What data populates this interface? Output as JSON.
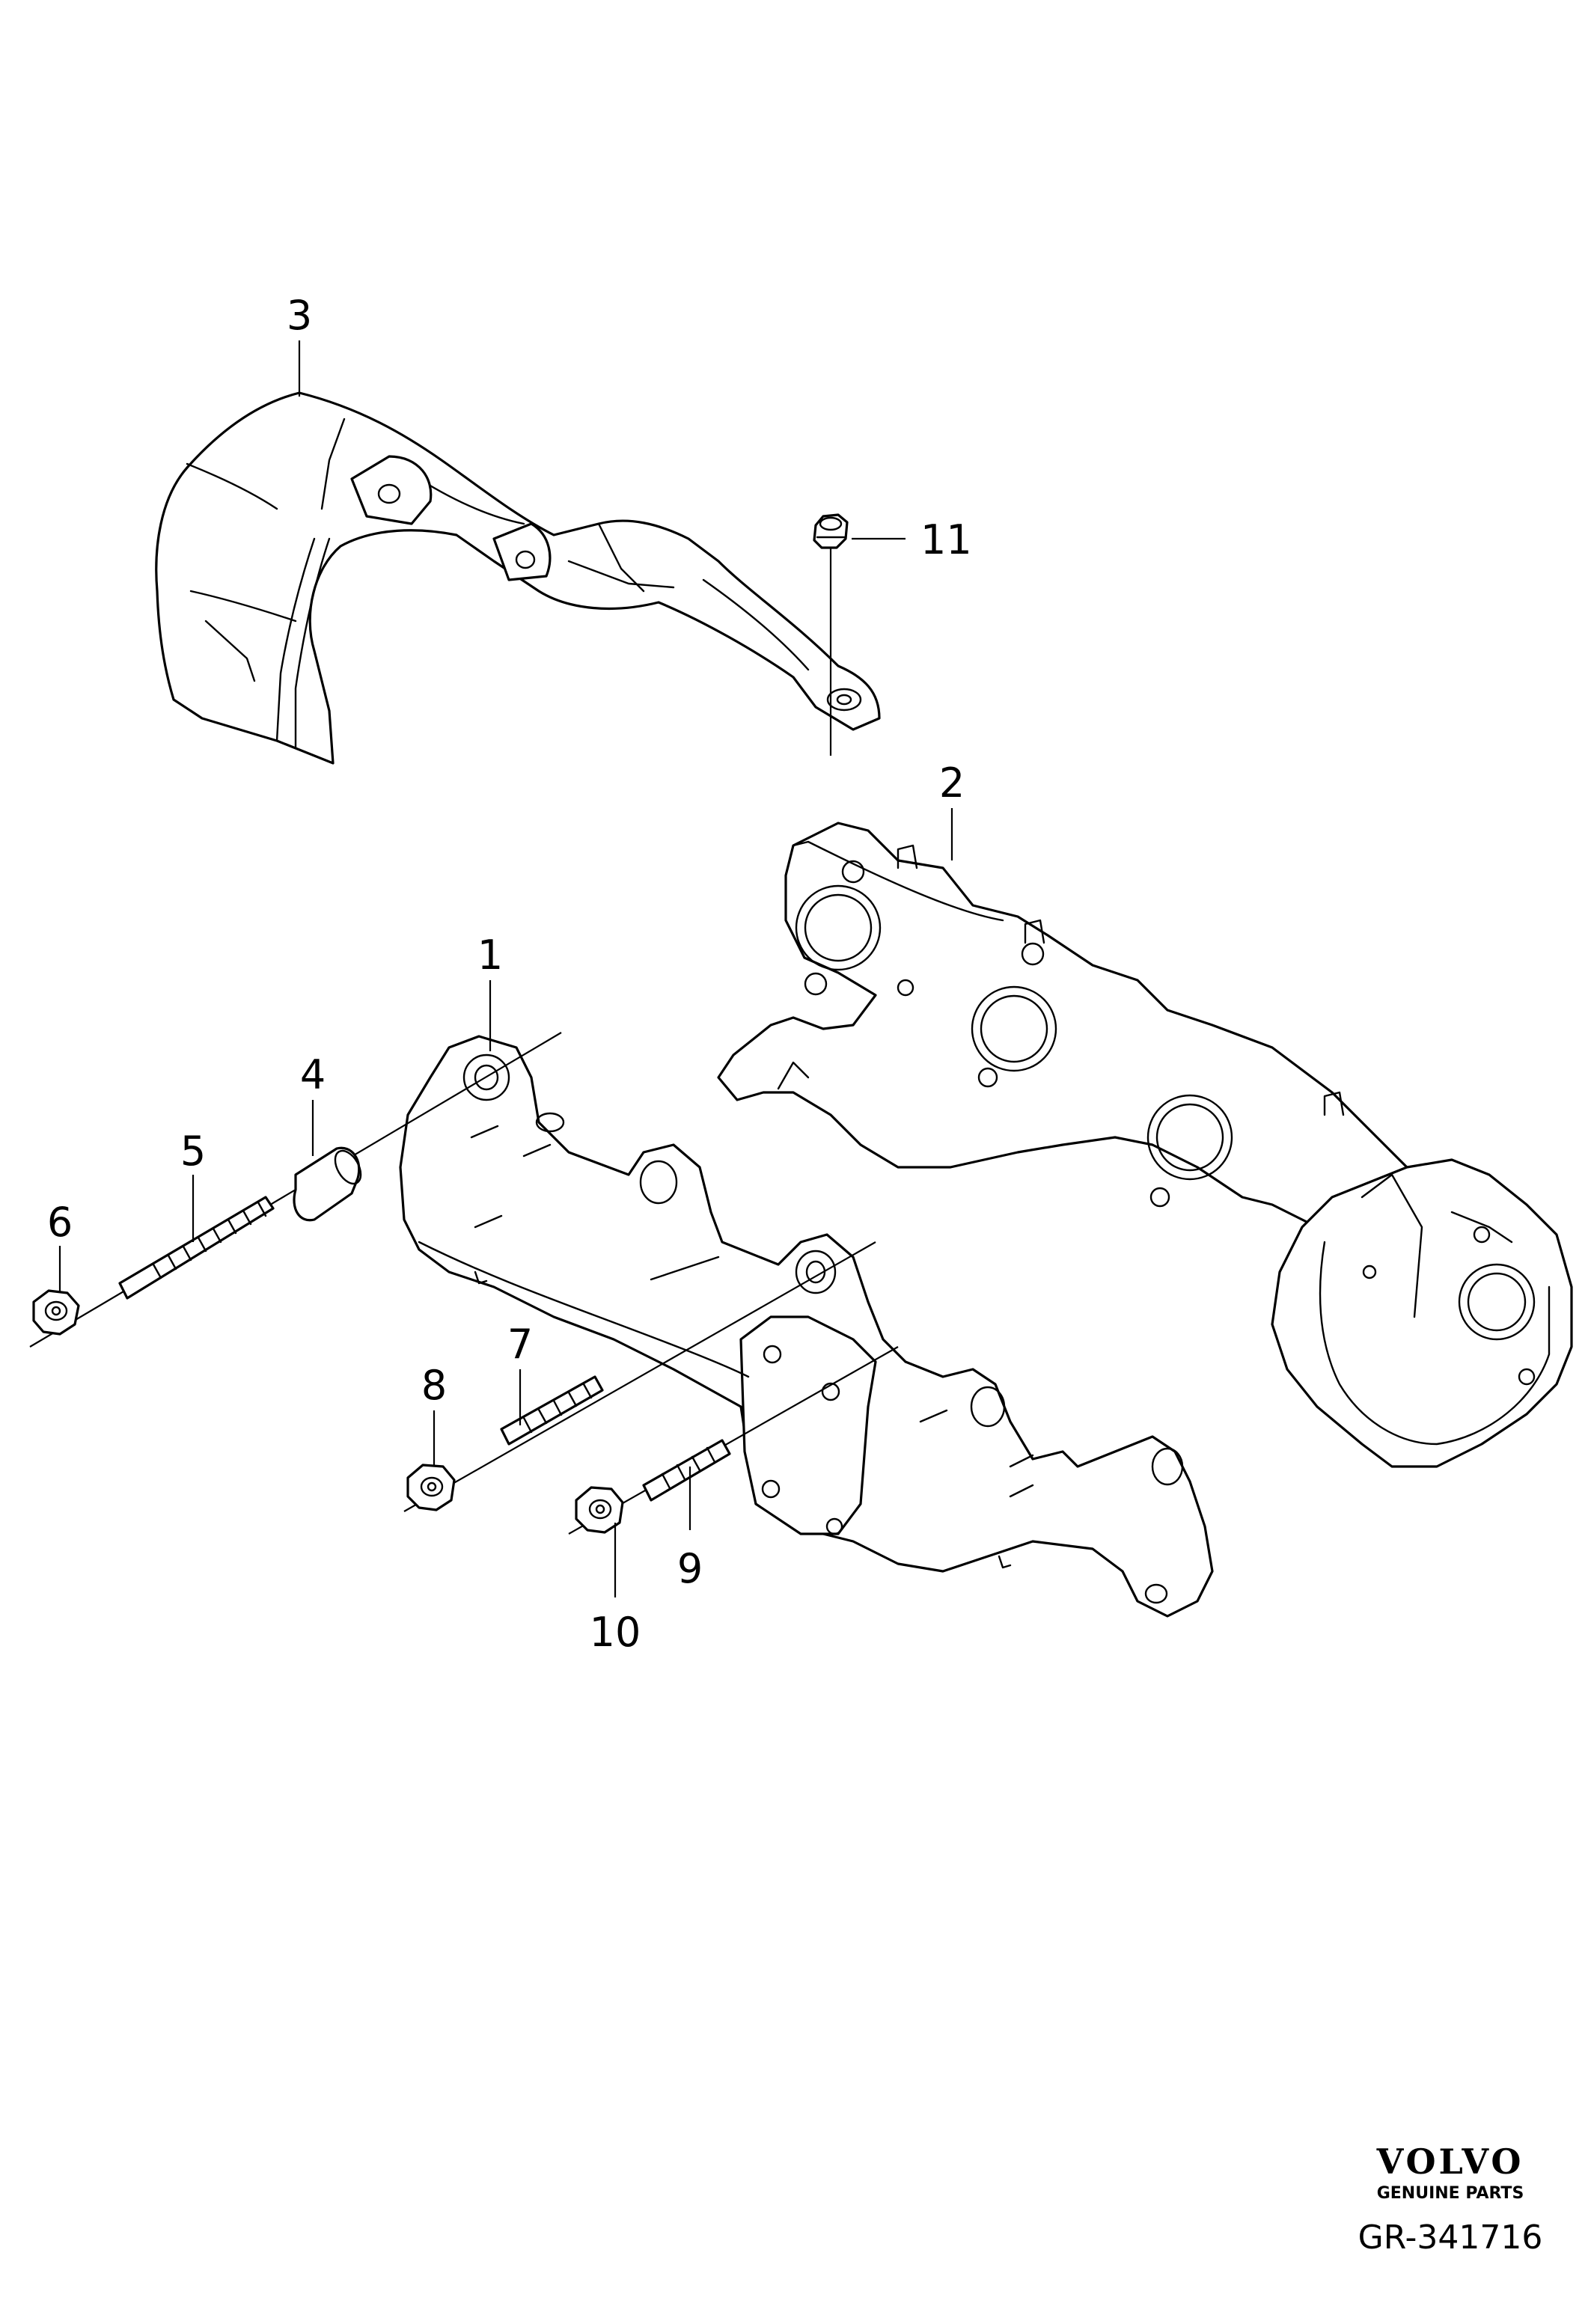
{
  "callouts": {
    "c1": "1",
    "c2": "2",
    "c3": "3",
    "c4": "4",
    "c5": "5",
    "c6": "6",
    "c7": "7",
    "c8": "8",
    "c9": "9",
    "c10": "10",
    "c11": "11"
  },
  "branding": {
    "logo": "VOLVO",
    "tagline": "GENUINE PARTS",
    "diagram_code": "GR-341716"
  }
}
